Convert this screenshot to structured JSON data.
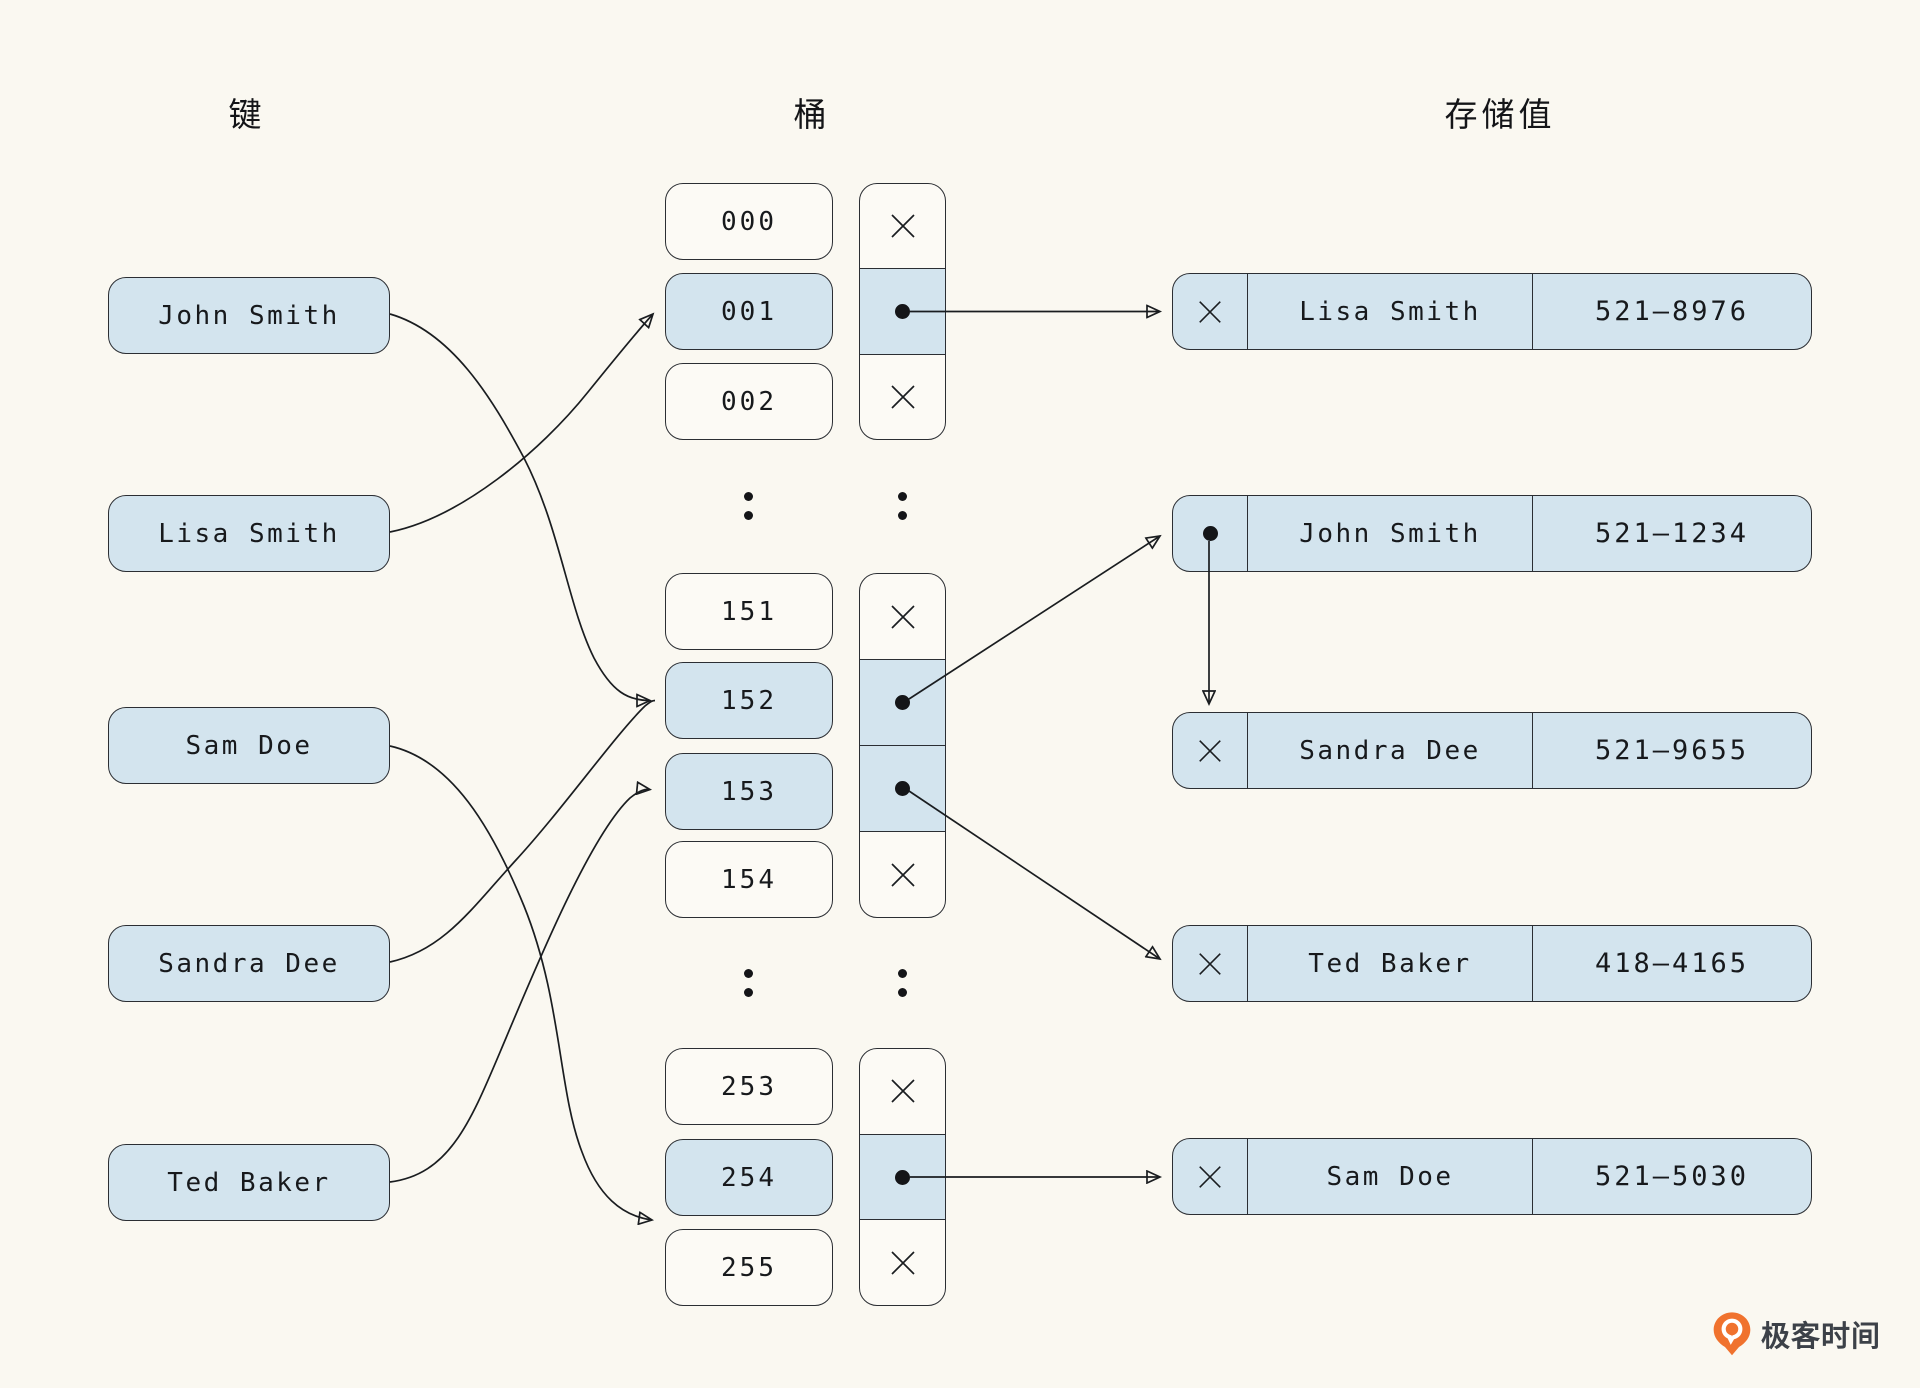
{
  "headers": {
    "keys": "键",
    "buckets": "桶",
    "values": "存储值"
  },
  "keys": [
    {
      "label": "John Smith"
    },
    {
      "label": "Lisa Smith"
    },
    {
      "label": "Sam Doe"
    },
    {
      "label": "Sandra Dee"
    },
    {
      "label": "Ted Baker"
    }
  ],
  "buckets": [
    {
      "label": "000",
      "state": "empty"
    },
    {
      "label": "001",
      "state": "occupied"
    },
    {
      "label": "002",
      "state": "empty"
    },
    {
      "label": "151",
      "state": "empty"
    },
    {
      "label": "152",
      "state": "occupied"
    },
    {
      "label": "153",
      "state": "occupied"
    },
    {
      "label": "154",
      "state": "empty"
    },
    {
      "label": "253",
      "state": "empty"
    },
    {
      "label": "254",
      "state": "occupied"
    },
    {
      "label": "255",
      "state": "empty"
    }
  ],
  "bucket_pointers": {
    "segment1": [
      "null",
      "link",
      "null"
    ],
    "segment2": [
      "null",
      "link",
      "link",
      "null"
    ],
    "segment3": [
      "null",
      "link",
      "null"
    ]
  },
  "entries": [
    {
      "next": "null",
      "name": "Lisa Smith",
      "phone": "521–8976"
    },
    {
      "next": "link",
      "name": "John Smith",
      "phone": "521–1234"
    },
    {
      "next": "null",
      "name": "Sandra Dee",
      "phone": "521–9655"
    },
    {
      "next": "null",
      "name": "Ted Baker",
      "phone": "418–4165"
    },
    {
      "next": "null",
      "name": "Sam Doe",
      "phone": "521–5030"
    }
  ],
  "links": [
    {
      "from": "key John Smith",
      "to": "bucket 152"
    },
    {
      "from": "key Lisa Smith",
      "to": "bucket 001"
    },
    {
      "from": "key Sam Doe",
      "to": "bucket 254"
    },
    {
      "from": "key Sandra Dee",
      "to": "bucket 152"
    },
    {
      "from": "key Ted Baker",
      "to": "bucket 153"
    },
    {
      "from": "bucket 001",
      "to": "entry Lisa Smith"
    },
    {
      "from": "bucket 152",
      "to": "entry John Smith"
    },
    {
      "from": "entry John Smith",
      "to": "entry Sandra Dee"
    },
    {
      "from": "bucket 153",
      "to": "entry Ted Baker"
    },
    {
      "from": "bucket 254",
      "to": "entry Sam Doe"
    }
  ],
  "logo": {
    "text": "极客时间",
    "icon": "geektime-pin-icon"
  },
  "colors": {
    "background": "#FAF8F1",
    "box_fill": "#FCFAF5",
    "highlight_fill": "#D3E4EE",
    "stroke": "#2B2E33",
    "line": "#1A1D20",
    "text": "#17191C",
    "logo_orange": "#F0722E",
    "logo_text": "#3C4148"
  }
}
